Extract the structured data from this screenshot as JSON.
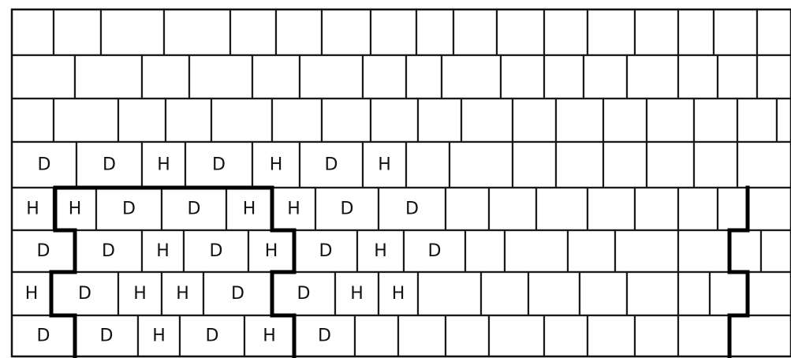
{
  "diagram": {
    "rows": [
      {
        "bricks": [
          "",
          "",
          "",
          "",
          "",
          "",
          "",
          "",
          "",
          "",
          "",
          "",
          "",
          "",
          "",
          "",
          ""
        ]
      },
      {
        "bricks": [
          "",
          "",
          "",
          "",
          "",
          "",
          "",
          "",
          "",
          "",
          "",
          "",
          "",
          "",
          "",
          ""
        ]
      },
      {
        "bricks": [
          "",
          "",
          "",
          "",
          "",
          "",
          "",
          "",
          "",
          "",
          "",
          "",
          "",
          "",
          "",
          "",
          ""
        ]
      },
      {
        "bricks": [
          "D",
          "D",
          "H",
          "D",
          "H",
          "D",
          "H",
          "",
          "",
          "",
          "",
          "",
          "",
          "",
          ""
        ]
      },
      {
        "bricks": [
          "H",
          "H",
          "D",
          "D",
          "H",
          "H",
          "D",
          "D",
          "",
          "",
          "",
          "",
          "",
          "",
          "",
          ""
        ]
      },
      {
        "bricks": [
          "D",
          "D",
          "H",
          "D",
          "H",
          "D",
          "H",
          "D",
          "",
          "",
          "",
          "",
          "",
          "",
          "",
          ""
        ]
      },
      {
        "bricks": [
          "H",
          "D",
          "H",
          "H",
          "D",
          "D",
          "H",
          "H",
          "",
          "",
          "",
          "",
          "",
          "",
          "",
          ""
        ]
      },
      {
        "bricks": [
          "D",
          "D",
          "H",
          "D",
          "H",
          "D",
          "",
          "",
          "",
          "",
          "",
          "",
          "",
          "",
          ""
        ]
      }
    ]
  }
}
